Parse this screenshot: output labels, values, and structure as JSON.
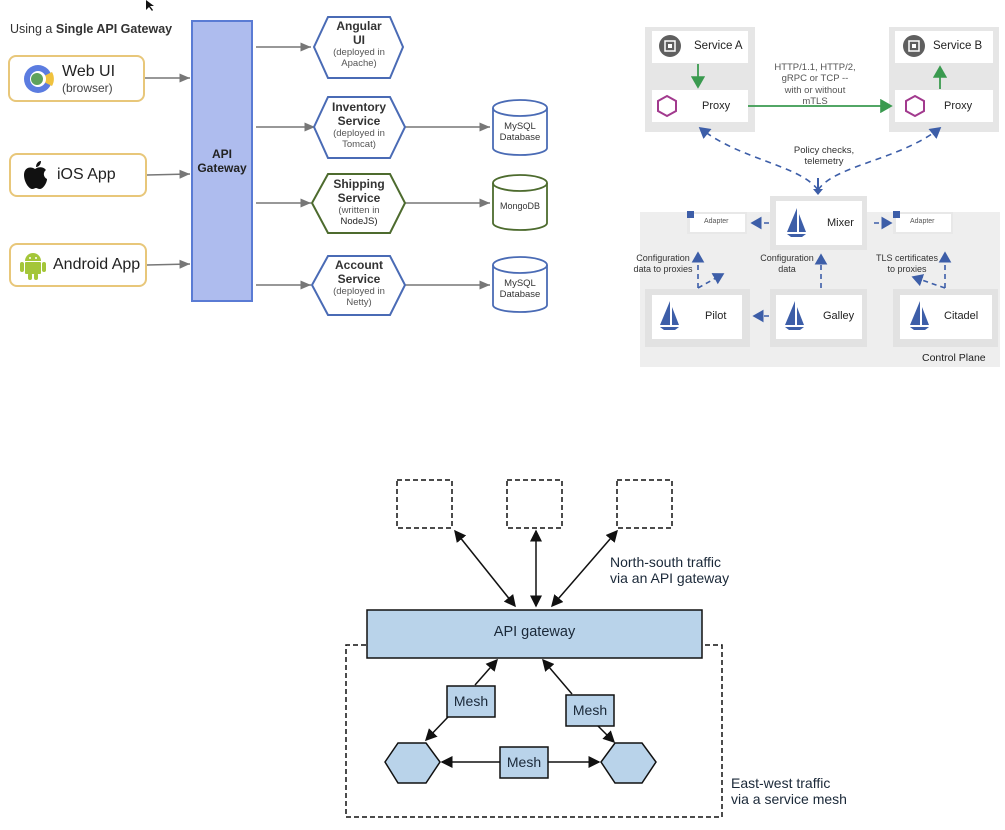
{
  "diagram1": {
    "title_prefix": "Using a ",
    "title_bold": "Single API Gateway",
    "clients": [
      {
        "name": "Web UI",
        "sub": "(browser)",
        "icon": "chrome-icon"
      },
      {
        "name": "iOS App",
        "sub": "",
        "icon": "apple-icon"
      },
      {
        "name": "Android App",
        "sub": "",
        "icon": "android-icon"
      }
    ],
    "gateway": {
      "line1": "API",
      "line2": "Gateway"
    },
    "services": [
      {
        "name1": "Angular",
        "name2": "UI",
        "sub1": "(deployed in",
        "sub2": "Apache)",
        "color": "#4a6bb5"
      },
      {
        "name1": "Inventory",
        "name2": "Service",
        "sub1": "(deployed in",
        "sub2": "Tomcat)",
        "color": "#4a6bb5"
      },
      {
        "name1": "Shipping",
        "name2": "Service",
        "sub1": "(written in",
        "sub2": "NodeJS)",
        "color": "#4d6b2e"
      },
      {
        "name1": "Account",
        "name2": "Service",
        "sub1": "(deployed in",
        "sub2": "Netty)",
        "color": "#4a6bb5"
      }
    ],
    "databases": [
      {
        "line1": "MySQL",
        "line2": "Database",
        "color": "#4a6bb5"
      },
      {
        "line1": "MongoDB",
        "line2": "",
        "color": "#4d6b2e"
      },
      {
        "line1": "MySQL",
        "line2": "Database",
        "color": "#4a6bb5"
      }
    ]
  },
  "diagram2": {
    "service_a": "Service A",
    "service_b": "Service B",
    "proxy_a": "Proxy",
    "proxy_b": "Proxy",
    "protocol_lines": [
      "HTTP/1.1, HTTP/2,",
      "gRPC or TCP --",
      "with or without",
      "mTLS"
    ],
    "policy_lines": [
      "Policy checks,",
      "telemetry"
    ],
    "mixer": "Mixer",
    "adapter_left": "Adapter",
    "adapter_right": "Adapter",
    "pilot": "Pilot",
    "galley": "Galley",
    "citadel": "Citadel",
    "config_proxies": [
      "Configuration",
      "data to proxies"
    ],
    "config_data": [
      "Configuration",
      "data"
    ],
    "tls_lines": [
      "TLS certificates",
      "to proxies"
    ],
    "control_plane": "Control Plane",
    "colors": {
      "green": "#3a9a4f",
      "blue": "#3d5ea8",
      "proxy": "#a23a8e"
    }
  },
  "diagram3": {
    "gateway": "API gateway",
    "north_south": [
      "North-south traffic",
      "via an API gateway"
    ],
    "east_west": [
      "East-west traffic",
      "via a service mesh"
    ],
    "mesh_left": "Mesh",
    "mesh_right": "Mesh",
    "mesh_bottom": "Mesh",
    "fill": "#b9d3ea"
  }
}
